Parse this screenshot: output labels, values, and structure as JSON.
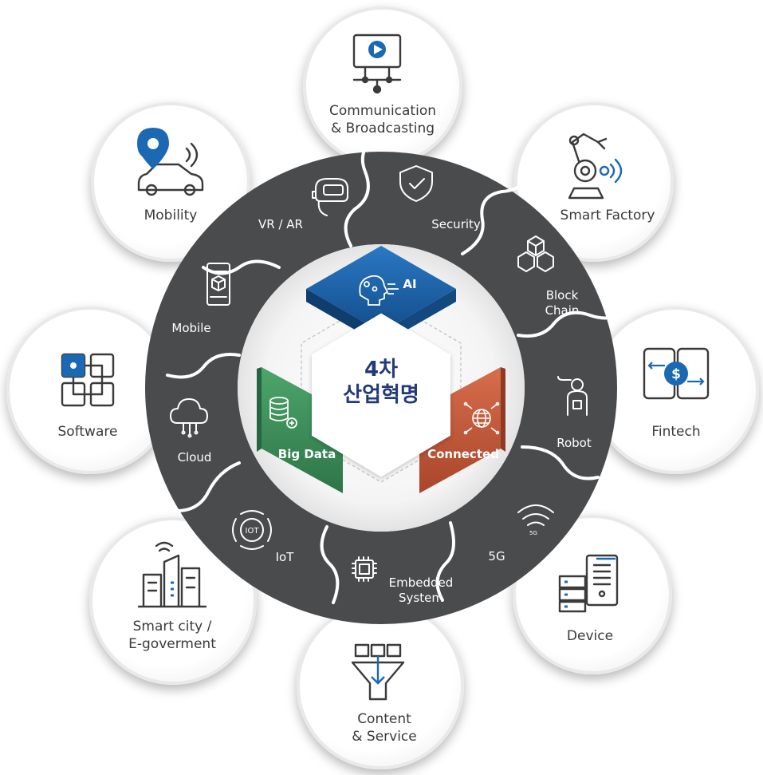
{
  "center": {
    "title_line1": "4차",
    "title_line2": "산업혁명",
    "tiles": {
      "ai": "AI",
      "big_data": "Big Data",
      "connected": "Connected"
    }
  },
  "ring_items": [
    {
      "key": "vr_ar",
      "label": "VR / AR",
      "icon": "vr-headset-icon"
    },
    {
      "key": "security",
      "label": "Security",
      "icon": "shield-check-icon"
    },
    {
      "key": "block_chain",
      "label": "Block\nChain",
      "icon": "blocks-icon"
    },
    {
      "key": "robot",
      "label": "Robot",
      "icon": "robot-icon"
    },
    {
      "key": "5g",
      "label": "5G",
      "icon": "wifi-5g-icon",
      "icon_text": "5G"
    },
    {
      "key": "embedded",
      "label": "Embedded\nSystem",
      "icon": "chip-icon"
    },
    {
      "key": "iot",
      "label": "IoT",
      "icon": "iot-icon",
      "icon_text": "IOT"
    },
    {
      "key": "cloud",
      "label": "Cloud",
      "icon": "cloud-icon"
    },
    {
      "key": "mobile",
      "label": "Mobile",
      "icon": "mobile-cube-icon"
    }
  ],
  "outer_items": [
    {
      "key": "communication",
      "label": "Communication\n& Broadcasting",
      "icon": "monitor-play-icon"
    },
    {
      "key": "smart_factory",
      "label": "Smart Factory",
      "icon": "robot-arm-icon"
    },
    {
      "key": "fintech",
      "label": "Fintech",
      "icon": "phones-dollar-icon"
    },
    {
      "key": "device",
      "label": "Device",
      "icon": "server-icon"
    },
    {
      "key": "content",
      "label": "Content\n& Service",
      "icon": "funnel-icon"
    },
    {
      "key": "smart_city",
      "label": "Smart city /\nE-goverment",
      "icon": "city-icon"
    },
    {
      "key": "software",
      "label": "Software",
      "icon": "modules-icon"
    },
    {
      "key": "mobility",
      "label": "Mobility",
      "icon": "car-location-icon"
    }
  ],
  "colors": {
    "ring": "#4a4b4d",
    "ring_separator": "#ffffff",
    "ai": "#1a5fa6",
    "big_data": "#3c8c5a",
    "connected": "#c55a3c",
    "center_text": "#233a7a",
    "icon_dark": "#3a3a3a",
    "icon_accent": "#1b68b3"
  }
}
